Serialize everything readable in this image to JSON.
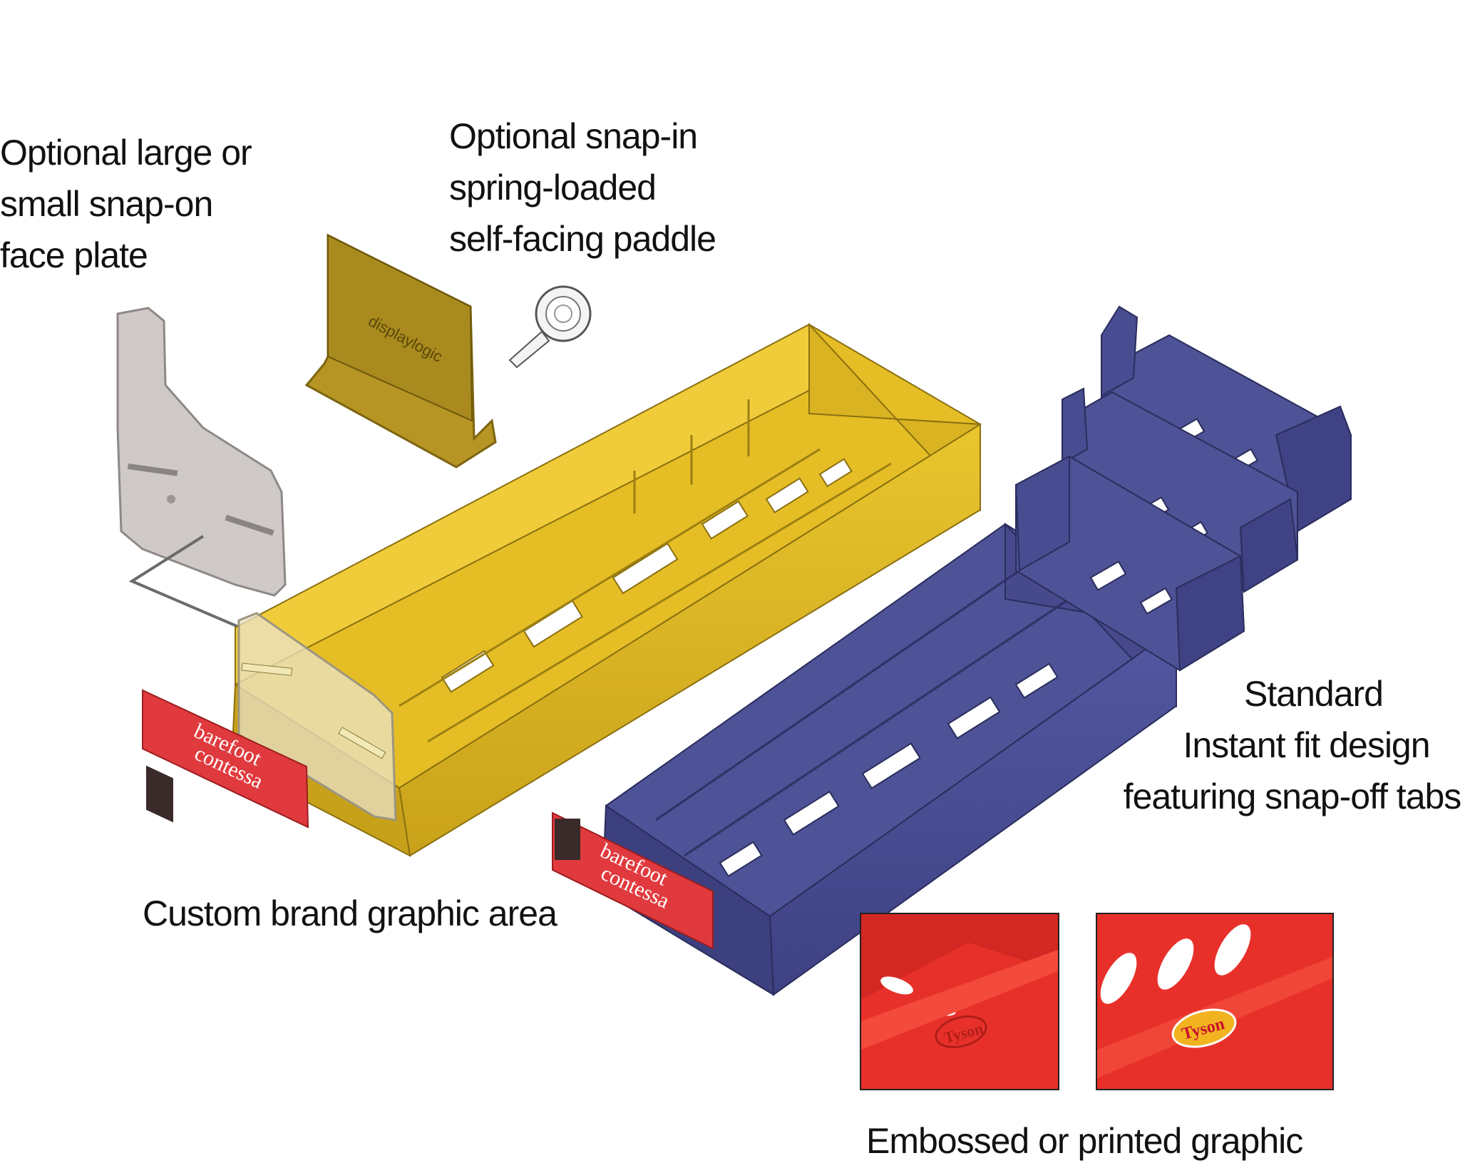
{
  "callouts": {
    "face_plate": [
      "Optional large or",
      "small snap-on",
      "face plate"
    ],
    "paddle": [
      "Optional snap-in",
      "spring-loaded",
      "self-facing paddle"
    ],
    "standard": [
      "Standard",
      "Instant fit design",
      "featuring snap-off tabs"
    ],
    "custom_brand": "Custom brand graphic area",
    "embossed": "Embossed or printed graphic"
  },
  "brand_strip": {
    "line1": "barefoot",
    "line2": "contessa"
  },
  "insets": {
    "embossed_logo": "Tyson",
    "printed_logo": "Tyson"
  },
  "paddle_mark": "displaylogic",
  "colors": {
    "yellow_tray": "#E8C22A",
    "yellow_shadow": "#C9A51C",
    "blue_tray": "#4B4F93",
    "blue_shadow": "#3B3F7C",
    "face_plate": "#C9C3C1",
    "paddle": "#B69524",
    "brand_red": "#E03A3E",
    "inset_red": "#E8302A"
  }
}
